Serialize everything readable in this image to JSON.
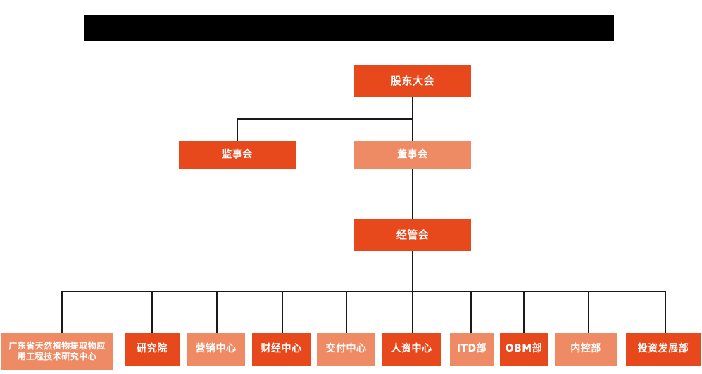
{
  "page": {
    "title_bar": {
      "name": "redacted-title-bar",
      "text": "",
      "color": "#000000"
    },
    "background_color": "#ffffff"
  },
  "theme": {
    "accent_dark": "#E8491C",
    "accent_light": "#EE8B65",
    "connector_color": "#1a1a1a",
    "text_color": "#ffffff"
  },
  "org_chart": {
    "type": "org-chart",
    "levels": [
      {
        "level": 1,
        "nodes": [
          {
            "id": "shareholders-meeting",
            "label": "股东大会",
            "shade": "dark"
          }
        ]
      },
      {
        "level": 2,
        "nodes": [
          {
            "id": "board-of-supervisors",
            "label": "监事会",
            "shade": "dark"
          },
          {
            "id": "board-of-directors",
            "label": "董事会",
            "shade": "light"
          }
        ]
      },
      {
        "level": 3,
        "nodes": [
          {
            "id": "management-committee",
            "label": "经管会",
            "shade": "dark"
          }
        ]
      },
      {
        "level": 4,
        "nodes": [
          {
            "id": "guangdong-research-center",
            "label": "广东省天然植物提取物应\n用工程技术研究中心",
            "shade": "light"
          },
          {
            "id": "research-institute",
            "label": "研究院",
            "shade": "dark"
          },
          {
            "id": "marketing-center",
            "label": "营销中心",
            "shade": "light"
          },
          {
            "id": "finance-center",
            "label": "财经中心",
            "shade": "dark"
          },
          {
            "id": "delivery-center",
            "label": "交付中心",
            "shade": "light"
          },
          {
            "id": "hr-center",
            "label": "人资中心",
            "shade": "dark"
          },
          {
            "id": "itd-department",
            "label": "ITD部",
            "shade": "light"
          },
          {
            "id": "obm-department",
            "label": "OBM部",
            "shade": "dark"
          },
          {
            "id": "internal-control-department",
            "label": "内控部",
            "shade": "light"
          },
          {
            "id": "investment-development-department",
            "label": "投资发展部",
            "shade": "dark"
          }
        ]
      }
    ]
  }
}
